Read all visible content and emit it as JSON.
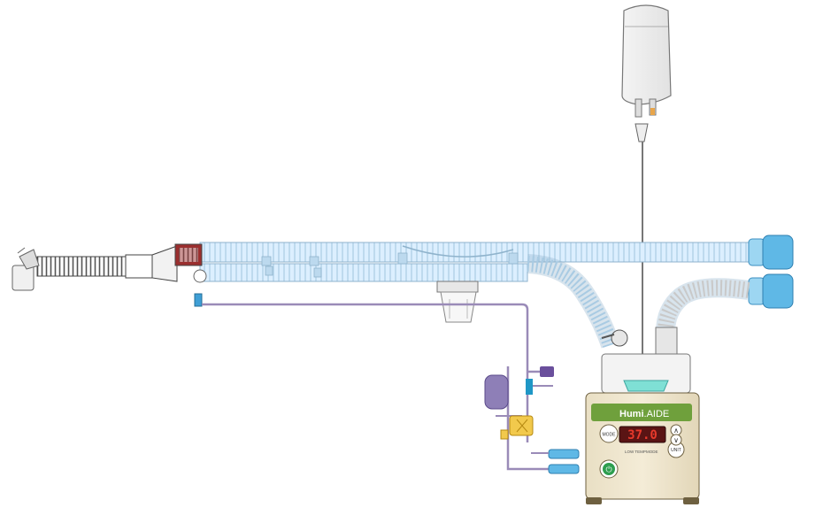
{
  "device": {
    "brand_bold": "Humi",
    "brand_dot": ".",
    "brand_light": "AIDE",
    "display_value": "37.0",
    "left_button": "MODE",
    "right_button": "UNIT",
    "label_left": "LOW TEMP",
    "label_right": "MODE",
    "power_symbol": "⏻",
    "up_symbol": "∧",
    "down_symbol": "∨"
  },
  "colors": {
    "tube_blue": "#cfe8f7",
    "tube_outline": "#8fb3cc",
    "connector_blue": "#5fb8e6",
    "device_body": "#efe6cf",
    "device_header": "#6fa03c",
    "display_red": "#e8392b",
    "probe_line": "#9a8bb8",
    "yellow_clip": "#f2c94c",
    "power_green": "#2e9e4f"
  },
  "icons": [
    "iv-bag-icon",
    "wye-connector-icon",
    "temperature-probe-icon",
    "power-icon",
    "arrow-up-icon",
    "arrow-down-icon"
  ]
}
